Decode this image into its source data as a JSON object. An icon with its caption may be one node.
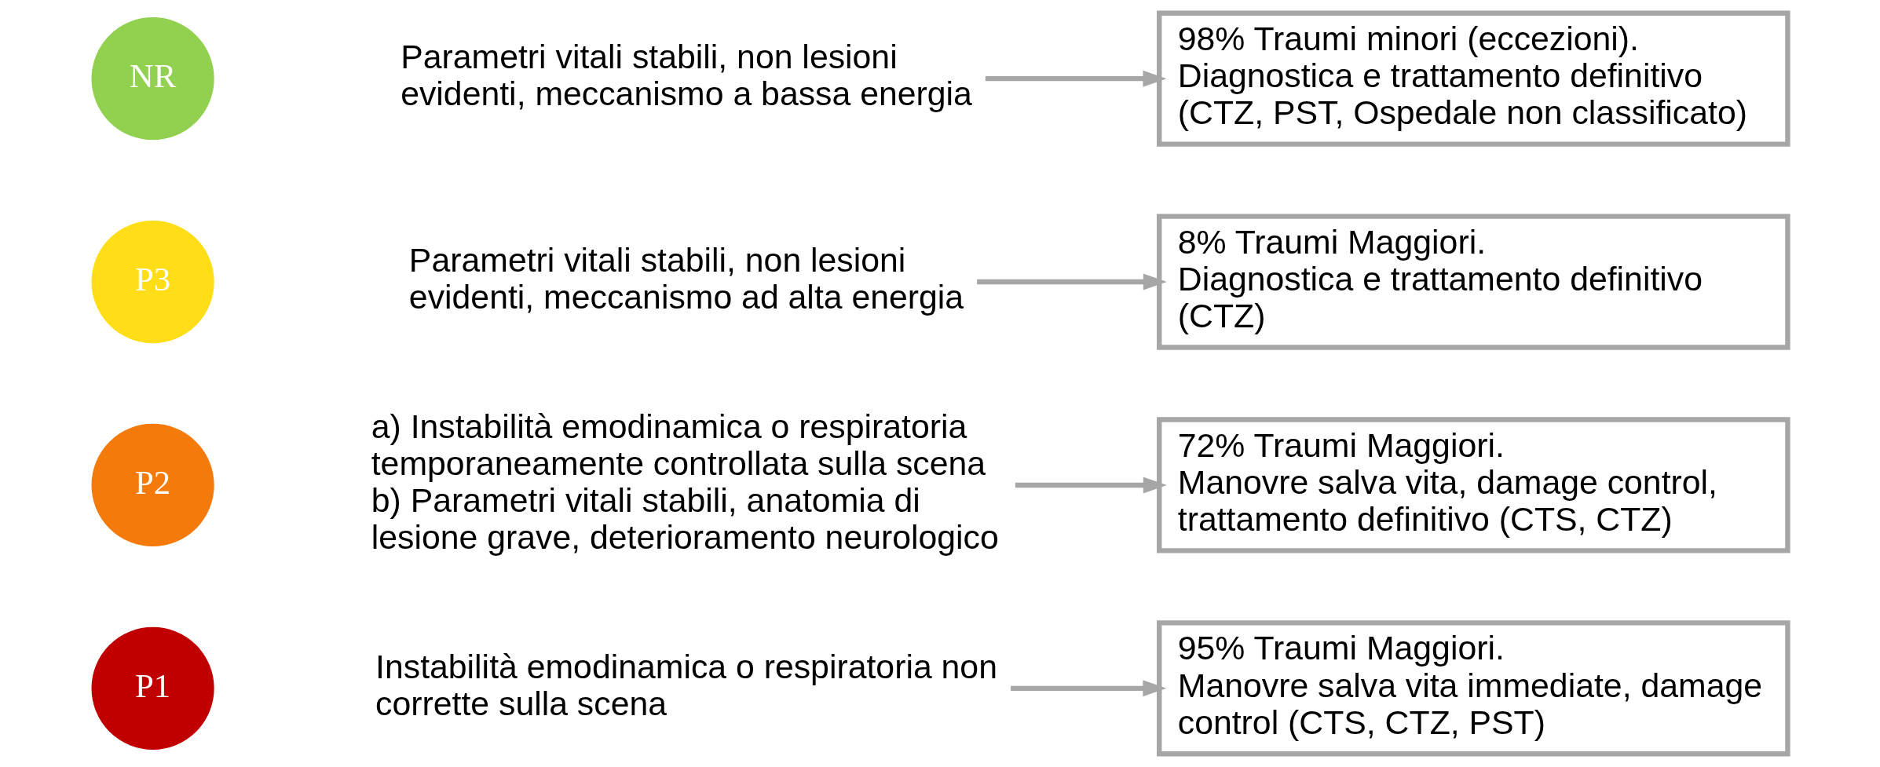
{
  "diagram": {
    "nodes": [
      {
        "text": [
          "P1"
        ]
      },
      {
        "text": [
          "Instabilità emodinamica o respiratoria non corrette sulla scena"
        ]
      },
      {
        "text": [
          "95% Traumi Maggiori.",
          "Manovre salva vita immediate, damage control (CTS, CTZ, PST)"
        ]
      },
      {
        "text": [
          "P2"
        ]
      },
      {
        "text": [
          "a) Instabilità emodinamica o respiratoria temporaneamente controllata sulla scena",
          "b) Parametri vitali stabili, anatomia di lesione grave, deterioramento neurologico"
        ]
      },
      {
        "text": [
          "72% Traumi Maggiori.",
          "Manovre salva vita, damage control, trattamento definitivo (CTS, CTZ)"
        ]
      },
      {
        "text": [
          "P3"
        ]
      },
      {
        "text": [
          "Parametri vitali stabili, non lesioni evidenti, meccanismo ad alta energia"
        ]
      },
      {
        "text": [
          "8% Traumi Maggiori.",
          "Diagnostica e trattamento definitivo (CTZ)"
        ]
      },
      {
        "text": [
          "NR"
        ]
      },
      {
        "text": [
          "Parametri vitali stabili, non lesioni evidenti, meccanismo a bassa energia"
        ]
      },
      {
        "text": [
          "98% Traumi minori (eccezioni).",
          "Diagnostica e trattamento definitivo (CTZ, PST, Ospedale non classificato)"
        ]
      }
    ],
    "edges": [
      {
        "from": 1,
        "to": 2,
        "arrow": "to"
      },
      {
        "from": 4,
        "to": 5,
        "arrow": "to"
      },
      {
        "from": 7,
        "to": 8,
        "arrow": "to"
      },
      {
        "from": 10,
        "to": 11,
        "arrow": "to"
      }
    ]
  }
}
